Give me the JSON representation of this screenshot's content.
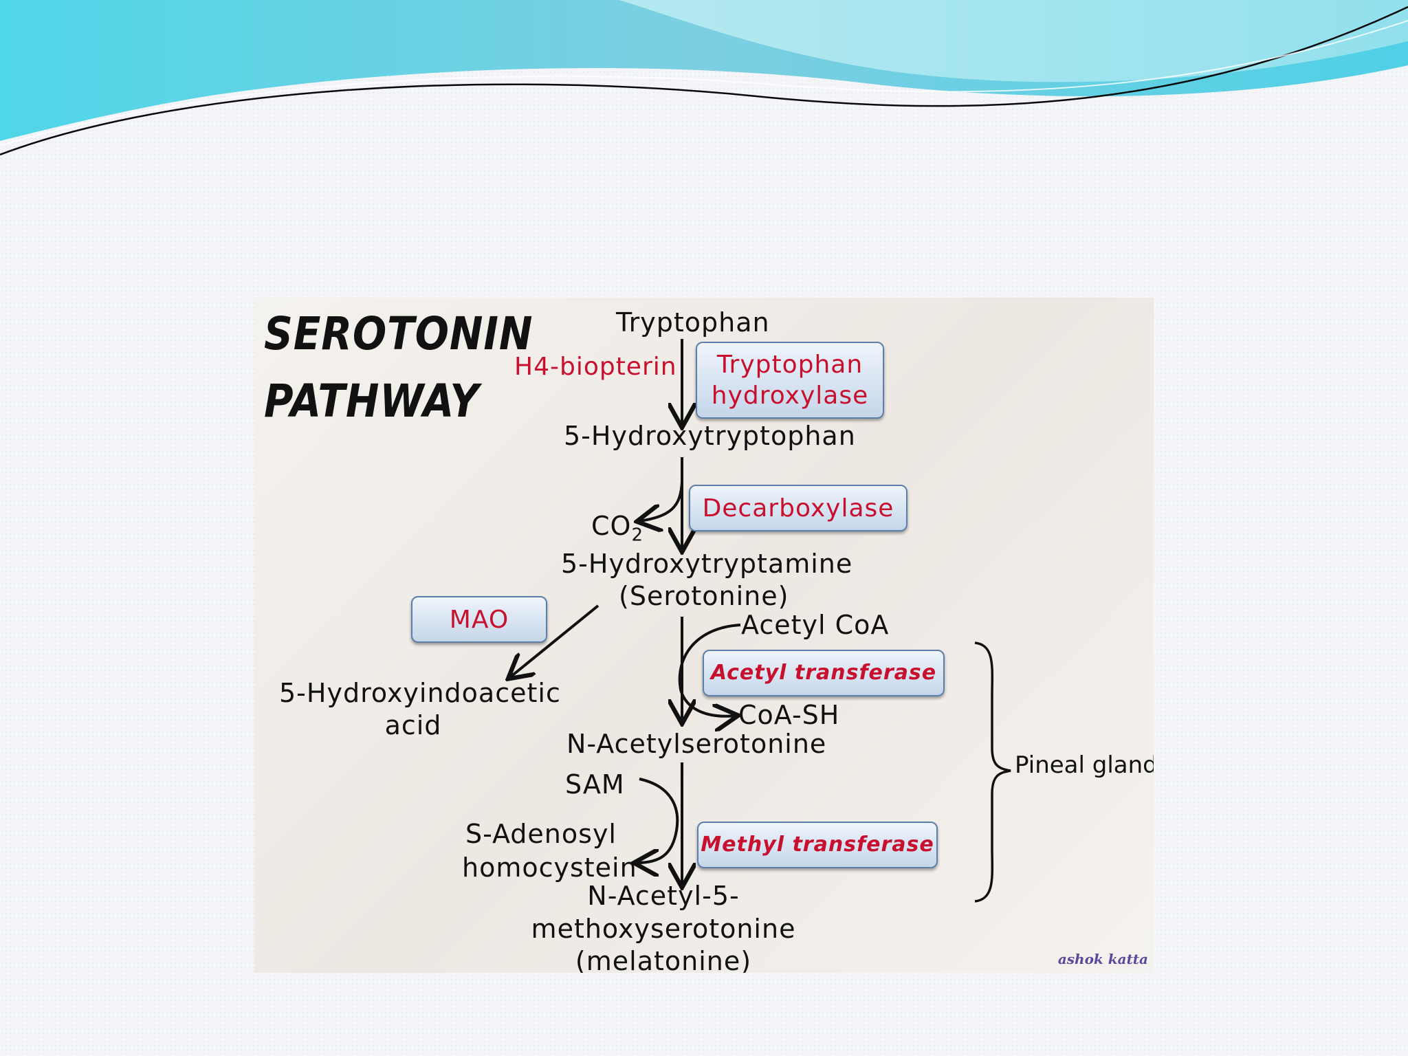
{
  "diagram": {
    "title_line1": "SEROTONIN",
    "title_line2": "PATHWAY",
    "compounds": {
      "tryptophan": "Tryptophan",
      "hydroxytryptophan": "5-Hydroxytryptophan",
      "co2_main": "CO",
      "co2_sub": "2",
      "hydroxytryptamine": "5-Hydroxytryptamine",
      "serotonine": "(Serotonine)",
      "acetyl_coa": "Acetyl CoA",
      "coa_sh": "CoA-SH",
      "hiaa_line1": "5-Hydroxyindoacetic",
      "hiaa_line2": "acid",
      "n_acetylserotonine": "N-Acetylserotonine",
      "sam": "SAM",
      "s_adenosyl_line1": "S-Adenosyl",
      "s_adenosyl_line2": "homocystein",
      "melatonin_line1": "N-Acetyl-5-",
      "melatonin_line2": "methoxyserotonine",
      "melatonin_line3": "(melatonine)"
    },
    "cofactor": "H4-biopterin",
    "enzymes": {
      "tryptophan_hydroxylase_line1": "Tryptophan",
      "tryptophan_hydroxylase_line2": "hydroxylase",
      "decarboxylase": "Decarboxylase",
      "mao": "MAO",
      "acetyl_transferase": "Acetyl transferase",
      "methyl_transferase": "Methyl transferase"
    },
    "pineal_gland": "Pineal gland",
    "signature": "ashok katta",
    "colors": {
      "enzyme_text": "#c8102e",
      "enzyme_box_border": "#5d7ea8",
      "text": "#111111",
      "figure_background": "#efebe6",
      "wave_cyan": "#5fd8e6"
    }
  }
}
